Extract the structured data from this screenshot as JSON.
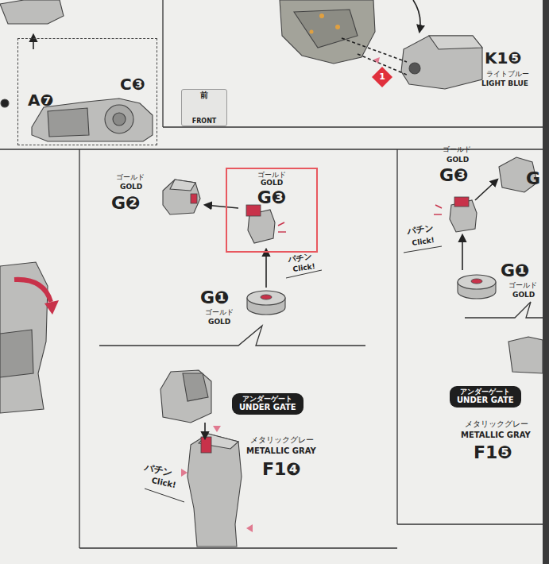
{
  "diagram": {
    "nodes": [
      {
        "text": [
          "A❼",
          "C❸"
        ]
      },
      {
        "text": [
          "前",
          "FRONT"
        ]
      },
      {
        "text": [
          "1"
        ]
      },
      {
        "text": [
          "ゴールド",
          "GOLD",
          "G❸"
        ]
      },
      {
        "text": [
          "アンダーゲート",
          "UNDER GATE"
        ]
      },
      {
        "text": [
          "アンダーゲート",
          "UNDER GATE"
        ]
      }
    ],
    "labels": [
      "K1❺",
      "ライトブルー",
      "LIGHT BLUE",
      "ゴールド",
      "GOLD",
      "G❷",
      "パチン",
      "Click!",
      "G❶",
      "ゴールド",
      "GOLD",
      "パチン",
      "Click!",
      "メタリックグレー",
      "METALLIC GRAY",
      "F1❹",
      "ゴールド",
      "GOLD",
      "G❸",
      "G",
      "パチン",
      "Click!",
      "G❶",
      "ゴールド",
      "GOLD",
      "メタリックグレー",
      "METALLIC GRAY",
      "F1❺"
    ]
  }
}
